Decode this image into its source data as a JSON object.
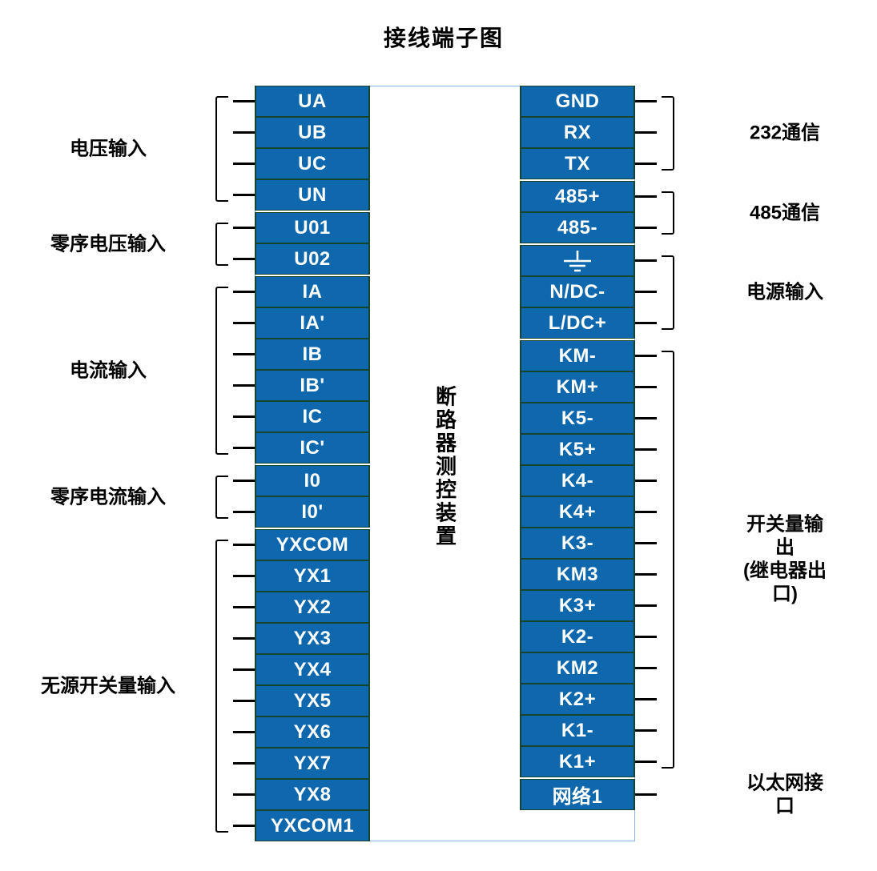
{
  "title": "接线端子图",
  "device_label": "断路器测控装置",
  "colors": {
    "block_blue": "#0F68AD",
    "block_border": "#16452F",
    "box_border": "#8AB3DE",
    "block_text": "#FFFFFF",
    "line_black": "#000000"
  },
  "left_groups": [
    {
      "key": "voltage-input",
      "label": "电压输入",
      "bracket": true,
      "terminals": [
        "UA",
        "UB",
        "UC",
        "UN"
      ]
    },
    {
      "key": "zero-seq-voltage-input",
      "label": "零序电压输入",
      "bracket": true,
      "terminals": [
        "U01",
        "U02"
      ]
    },
    {
      "key": "current-input",
      "label": "电流输入",
      "bracket": true,
      "terminals": [
        "IA",
        "IA'",
        "IB",
        "IB'",
        "IC",
        "IC'"
      ]
    },
    {
      "key": "zero-seq-current-input",
      "label": "零序电流输入",
      "bracket": true,
      "terminals": [
        "I0",
        "I0'"
      ]
    },
    {
      "key": "passive-switch-input",
      "label": "无源开关量输入",
      "bracket": true,
      "terminals": [
        "YXCOM",
        "YX1",
        "YX2",
        "YX3",
        "YX4",
        "YX5",
        "YX6",
        "YX7",
        "YX8",
        "YXCOM1"
      ]
    }
  ],
  "right_groups": [
    {
      "key": "rs232-comm",
      "label": "232通信",
      "bracket": true,
      "terminals": [
        "GND",
        "RX",
        "TX"
      ]
    },
    {
      "key": "rs485-comm",
      "label": "485通信",
      "bracket": true,
      "terminals": [
        "485+",
        "485-"
      ]
    },
    {
      "key": "power-input",
      "label": "电源输入",
      "bracket": true,
      "terminals": [
        "⏚",
        "N/DC-",
        "L/DC+"
      ]
    },
    {
      "key": "relay-output",
      "label": "开关量输出\n(继电器出口)",
      "bracket": true,
      "terminals": [
        "KM-",
        "KM+",
        "K5-",
        "K5+",
        "K4-",
        "K4+",
        "K3-",
        "KM3",
        "K3+",
        "K2-",
        "KM2",
        "K2+",
        "K1-",
        "K1+"
      ]
    },
    {
      "key": "ethernet",
      "label": "以太网接口",
      "bracket": false,
      "terminals": [
        "网络1"
      ]
    }
  ],
  "ground_icon_name": "earth-ground-icon"
}
